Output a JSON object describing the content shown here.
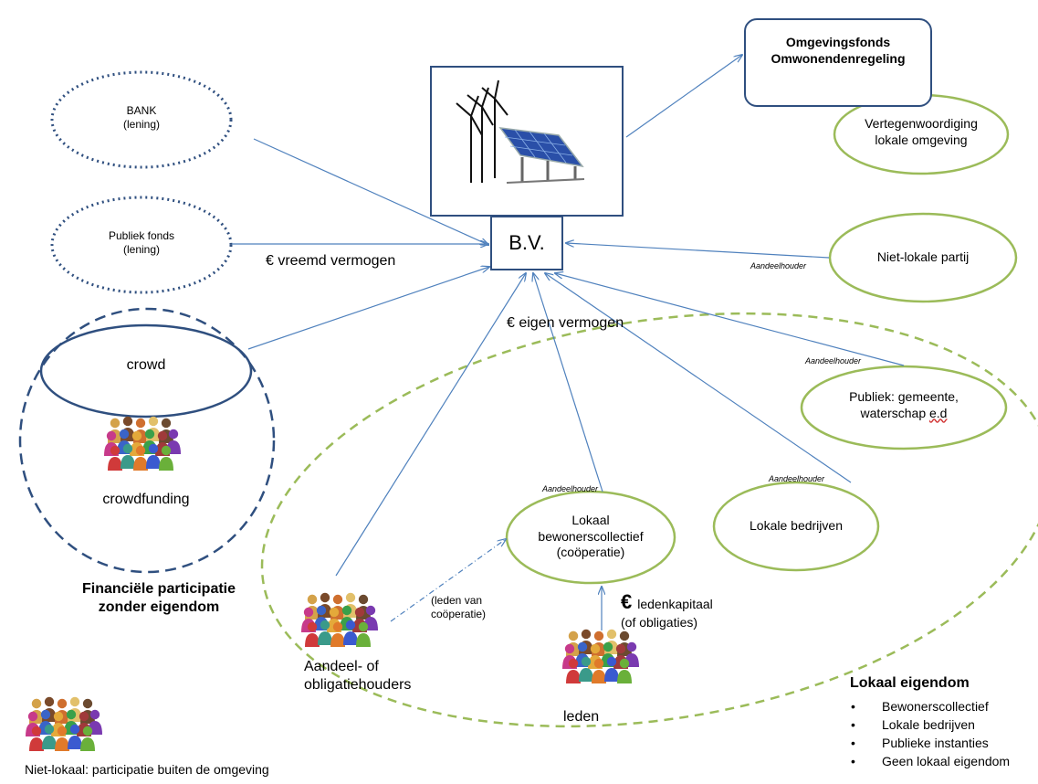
{
  "center": {
    "bv_label": "B.V."
  },
  "omgevingsfonds": {
    "line1": "Omgevingsfonds",
    "line2": "Omwonendenregeling"
  },
  "vertegenwoordiging": {
    "line1": "Vertegenwoordiging",
    "line2": "lokale omgeving"
  },
  "bank": {
    "line1": "BANK",
    "line2": "(lening)"
  },
  "publiek_fonds": {
    "line1": "Publiek fonds",
    "line2": "(lening)"
  },
  "vreemd_vermogen": "€ vreemd vermogen",
  "eigen_vermogen": "€ eigen vermogen",
  "niet_lokale_partij": "Niet-lokale partij",
  "aandeelhouder": "Aandeelhouder",
  "crowd": "crowd",
  "crowdfunding": "crowdfunding",
  "financiele_participatie": {
    "line1": "Financiële participatie",
    "line2": "zonder eigendom"
  },
  "publiek": {
    "line1": "Publiek: gemeente,",
    "line2_a": "waterschap ",
    "line2_b": "e.d"
  },
  "lokale_bedrijven": "Lokale bedrijven",
  "bewonerscollectief": {
    "line1": "Lokaal",
    "line2": "bewonerscollectief",
    "line3": "(coöperatie)"
  },
  "leden_van": {
    "line1": "(leden van",
    "line2": "coöperatie)"
  },
  "ledenkapitaal": {
    "euro": "€",
    "line1": "ledenkapitaal",
    "line2": "(of obligaties)"
  },
  "aandeelhouders": {
    "line1": "Aandeel- of",
    "line2": "obligatiehouders"
  },
  "leden": "leden",
  "niet_lokaal": "Niet-lokaal: participatie buiten de omgeving",
  "lokaal_eigendom": {
    "title": "Lokaal eigendom",
    "items": [
      "Bewonerscollectief",
      "Lokale bedrijven",
      "Publieke instanties",
      "Geen lokaal eigendom"
    ]
  },
  "colors": {
    "navy": "#2f4f7f",
    "green": "#9bbb59",
    "arrow": "#4f81bd"
  },
  "icons": [
    "wind-turbines-icon",
    "solar-panel-icon",
    "people-group-icon"
  ]
}
